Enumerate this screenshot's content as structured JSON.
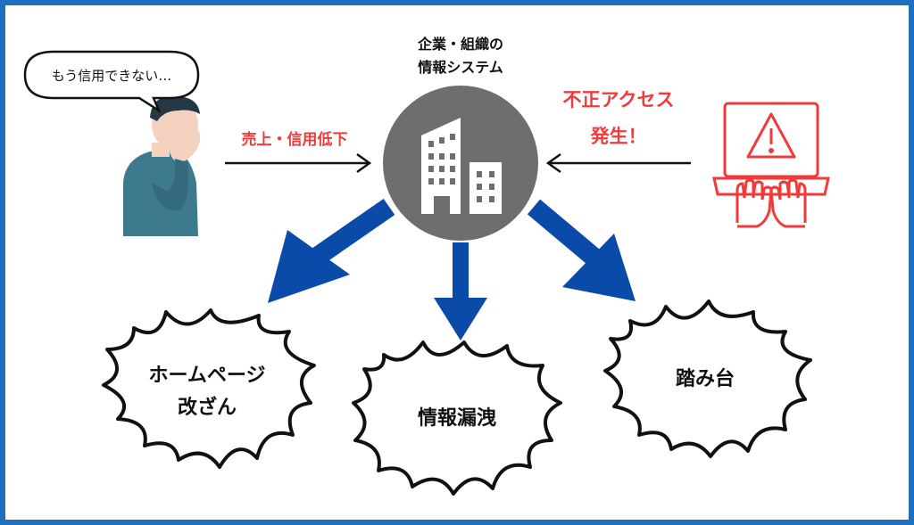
{
  "colors": {
    "frame": "#1f6fbf",
    "arrow_blue": "#0a4aa8",
    "alert_red": "#f23a3a",
    "circle_gray": "#6e6e6e",
    "person_shirt": "#3d7a8e",
    "person_skin": "#f4d2c0",
    "person_hair": "#253845"
  },
  "speech_bubble": {
    "text": "もう信用できない…"
  },
  "system": {
    "title_line1": "企業・組織の",
    "title_line2": "情報システム",
    "icon": "office-building-icon"
  },
  "left_arrow": {
    "label": "売上・信用低下"
  },
  "right_arrow": {
    "label_line1": "不正アクセス",
    "label_line2": "発生！"
  },
  "attacker": {
    "icon": "laptop-warning-icon"
  },
  "outcomes": {
    "left": {
      "line1": "ホームページ",
      "line2": "改ざん"
    },
    "center": {
      "line1": "情報漏洩"
    },
    "right": {
      "line1": "踏み台"
    }
  }
}
